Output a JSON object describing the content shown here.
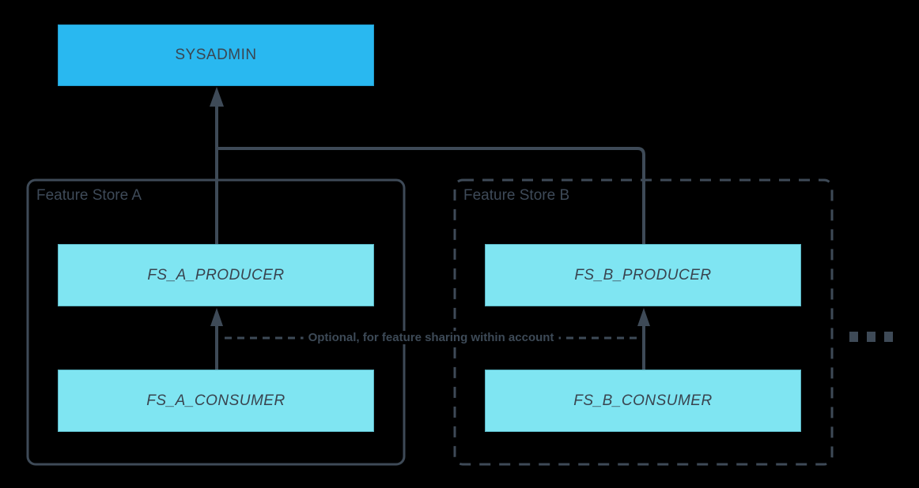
{
  "diagram": {
    "sysadmin": {
      "label": "SYSADMIN"
    },
    "feature_store_a": {
      "title": "Feature Store A",
      "producer_label": "FS_A_PRODUCER",
      "consumer_label": "FS_A_CONSUMER"
    },
    "feature_store_b": {
      "title": "Feature Store B",
      "producer_label": "FS_B_PRODUCER",
      "consumer_label": "FS_B_CONSUMER"
    },
    "optional_note": "Optional, for feature sharing within account",
    "ellipsis": "...",
    "colors": {
      "background": "#000000",
      "sysadmin_fill": "#29b8f0",
      "role_box_fill": "#7fe5f2",
      "line": "#3e4a57",
      "text": "#3a4651"
    }
  }
}
